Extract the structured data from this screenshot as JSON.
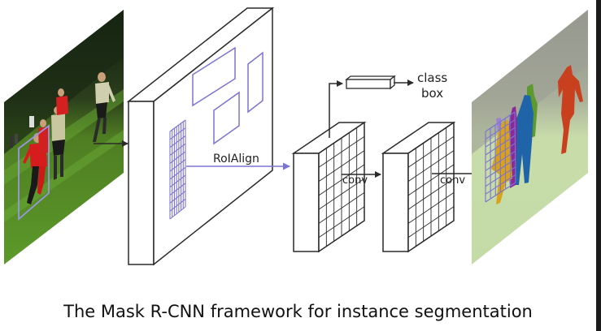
{
  "diagram": {
    "title": "Mask R-CNN architecture",
    "labels": {
      "roialign": "RoIAlign",
      "conv1": "conv",
      "conv2": "conv",
      "class": "class",
      "box": "box"
    },
    "nodes": [
      {
        "id": "input-image",
        "label": "Input image (soccer players, one RoI box)"
      },
      {
        "id": "feature-map",
        "label": "Backbone feature map with region proposals"
      },
      {
        "id": "roi-feature",
        "label": "RoI feature (grid)"
      },
      {
        "id": "fc-head",
        "label": "Class/box head"
      },
      {
        "id": "mask-feature",
        "label": "Mask conv feature (grid)"
      },
      {
        "id": "output-image",
        "label": "Output instance masks"
      }
    ],
    "edges": [
      {
        "from": "input-image",
        "to": "feature-map",
        "label": ""
      },
      {
        "from": "feature-map",
        "to": "roi-feature",
        "label": "RoIAlign"
      },
      {
        "from": "roi-feature",
        "to": "fc-head",
        "label": ""
      },
      {
        "from": "fc-head",
        "to": "outputs",
        "label": "class / box"
      },
      {
        "from": "roi-feature",
        "to": "mask-feature",
        "label": "conv"
      },
      {
        "from": "mask-feature",
        "to": "output-image",
        "label": "conv"
      }
    ],
    "colors": {
      "roi_purple": "#7b74d0",
      "outline": "#2a2a2a",
      "mask_yellow": "#d9a21a",
      "mask_purple": "#8a2a9a",
      "mask_blue": "#1f63a8",
      "mask_green": "#5d9a2e",
      "mask_red": "#c9401e",
      "mask_lilac": "#9a82d4"
    }
  },
  "caption": "The Mask R-CNN framework for instance segmentation"
}
